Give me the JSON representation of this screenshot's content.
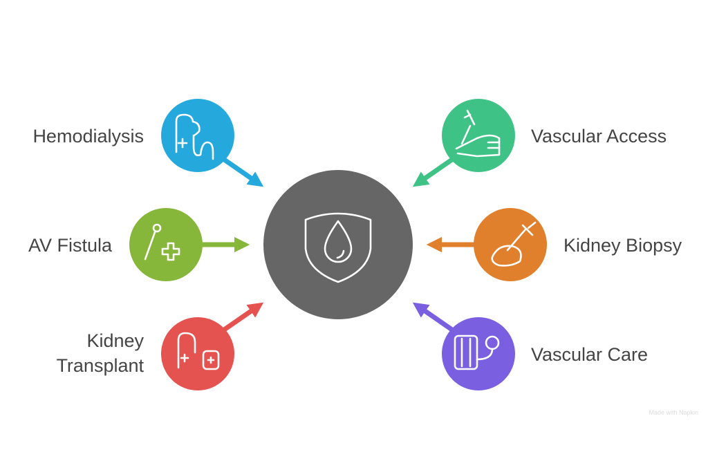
{
  "center": {
    "icon": "shield-drop-icon",
    "color": "#666666"
  },
  "nodes": [
    {
      "label": "Hemodialysis",
      "color": "#25a9dc",
      "icon": "dialysis-icon"
    },
    {
      "label": "AV Fistula",
      "color": "#86b73a",
      "icon": "fistula-swab-icon"
    },
    {
      "label_lines": [
        "Kidney",
        "Transplant"
      ],
      "color": "#e4534f",
      "icon": "transplant-bag-icon"
    },
    {
      "label": "Vascular Access",
      "color": "#3fc285",
      "icon": "arm-syringe-icon"
    },
    {
      "label": "Kidney Biopsy",
      "color": "#e07f2c",
      "icon": "biopsy-syringe-icon"
    },
    {
      "label": "Vascular Care",
      "color": "#7a5fe0",
      "icon": "blood-pressure-cuff-icon"
    }
  ],
  "watermark": "Made with Napkin"
}
